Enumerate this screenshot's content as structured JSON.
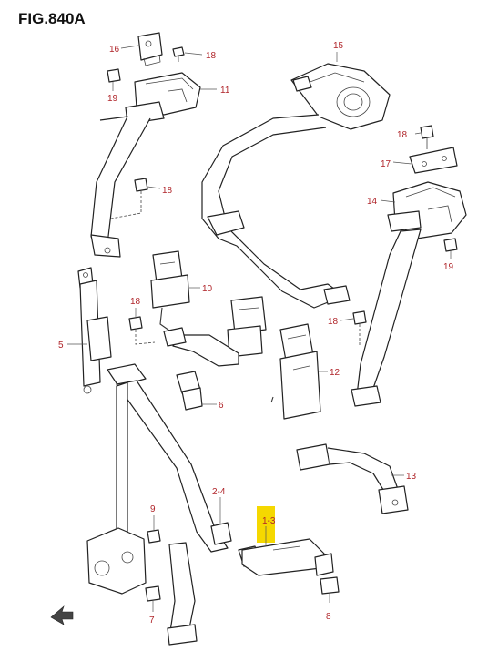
{
  "figure": {
    "title": "FIG.840A",
    "labels": {
      "p16": "16",
      "p18a": "18",
      "p19a": "19",
      "p11": "11",
      "p15": "15",
      "p18b": "18",
      "p17": "17",
      "p18c": "18",
      "p14": "14",
      "p19b": "19",
      "p10": "10",
      "p18d": "18",
      "p5": "5",
      "p18e": "18",
      "p12": "12",
      "p6": "6",
      "p13": "13",
      "p9": "9",
      "p24": "2-4",
      "p13b": "1-3",
      "p7": "7",
      "p8": "8"
    },
    "highlight_color": "#f5d800",
    "label_color": "#b0252a"
  }
}
